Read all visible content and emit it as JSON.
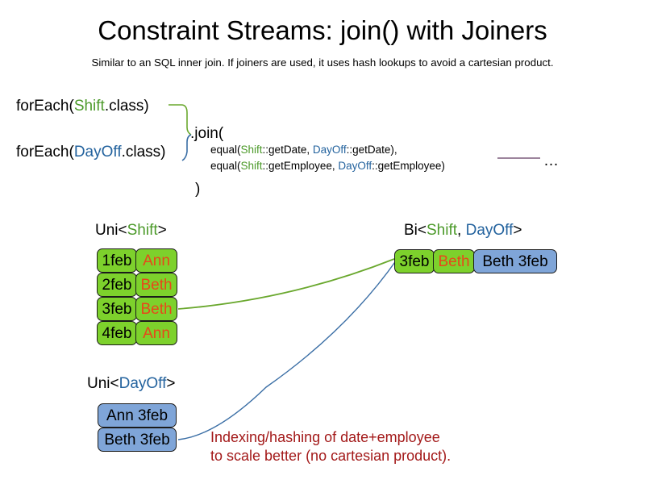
{
  "header": {
    "title": "Constraint Streams: join() with Joiners",
    "subtitle": "Similar to an SQL inner join. If joiners are used, it uses hash lookups to avoid a cartesian product."
  },
  "code": {
    "foreach_shift": {
      "prefix": "forEach(",
      "type": "Shift",
      "suffix": ".class)"
    },
    "foreach_dayoff": {
      "prefix": "forEach(",
      "type": "DayOff",
      "suffix": ".class)"
    },
    "join_open": ".join(",
    "join_close": ")",
    "joiners": [
      {
        "prefix": "equal(",
        "left_type": "Shift",
        "left_method": "::getDate, ",
        "right_type": "DayOff",
        "right_method": "::getDate),"
      },
      {
        "prefix": "equal(",
        "left_type": "Shift",
        "left_method": "::getEmployee, ",
        "right_type": "DayOff",
        "right_method": "::getEmployee)"
      }
    ],
    "ellipsis": "…"
  },
  "streams": {
    "uni_shift": {
      "label_prefix": "Uni<",
      "label_type": "Shift",
      "label_suffix": ">",
      "rows": [
        {
          "date": "1feb",
          "employee": "Ann"
        },
        {
          "date": "2feb",
          "employee": "Beth"
        },
        {
          "date": "3feb",
          "employee": "Beth"
        },
        {
          "date": "4feb",
          "employee": "Ann"
        }
      ]
    },
    "uni_dayoff": {
      "label_prefix": "Uni<",
      "label_type": "DayOff",
      "label_suffix": ">",
      "rows": [
        {
          "text": "Ann 3feb"
        },
        {
          "text": "Beth 3feb"
        }
      ]
    },
    "bi": {
      "label_prefix": "Bi<",
      "label_type_a": "Shift",
      "label_separator": ", ",
      "label_type_b": "DayOff",
      "label_suffix": ">",
      "shift_date": "3feb",
      "shift_employee": "Beth",
      "dayoff_text": "Beth 3feb"
    }
  },
  "annotation": {
    "line1": "Indexing/hashing of date+employee",
    "line2": "to scale better (no cartesian product)."
  },
  "colors": {
    "shift_green": "#4C9A2A",
    "dayoff_blue": "#24639E",
    "box_green": "#7DD12C",
    "box_blue": "#7FA5D8",
    "name_orange": "#E8471A",
    "annotation_red": "#A31919",
    "connector_green": "#6AA82E",
    "connector_blue": "#3A6EA5",
    "rule_purple": "#7B5C7B"
  }
}
